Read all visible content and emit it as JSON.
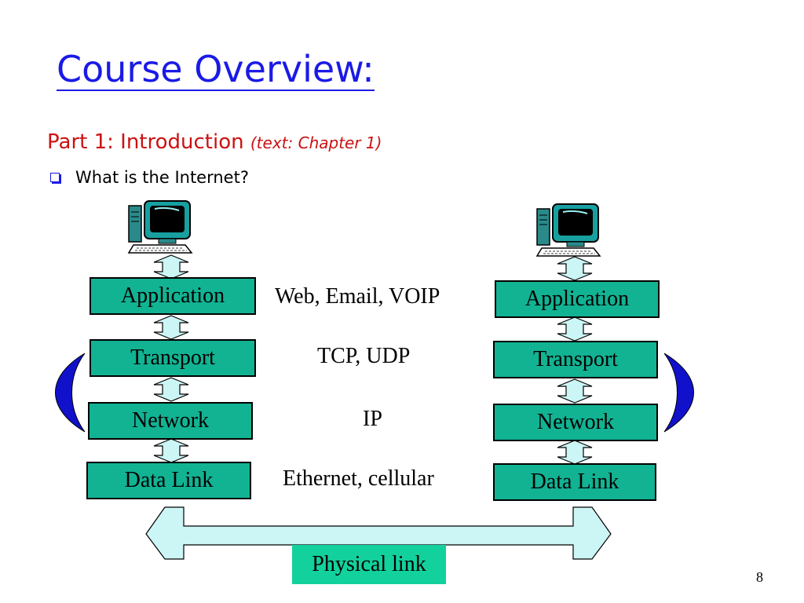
{
  "slide": {
    "title": "Course Overview:",
    "subtitle_main": "Part 1: Introduction",
    "subtitle_ref": "(text: Chapter 1)",
    "bullet": "What is the Internet?",
    "page_number": "8"
  },
  "stack_left": {
    "layers": [
      "Application",
      "Transport",
      "Network",
      "Data Link"
    ]
  },
  "stack_right": {
    "layers": [
      "Application",
      "Transport",
      "Network",
      "Data Link"
    ]
  },
  "protocols": [
    "Web, Email, VOIP",
    "TCP, UDP",
    "IP",
    "Ethernet, cellular"
  ],
  "physical_link": "Physical link",
  "colors": {
    "title": "#1a1ae6",
    "subtitle": "#cc1111",
    "layer_fill": "#12b393",
    "arrow_fill": "#ccf5f5",
    "physical_fill": "#12d19c",
    "bracket_blue": "#1111cc"
  },
  "icons": [
    "desktop-computer-icon",
    "bullet-square-icon",
    "double-arrow-icon",
    "bracket-icon"
  ]
}
